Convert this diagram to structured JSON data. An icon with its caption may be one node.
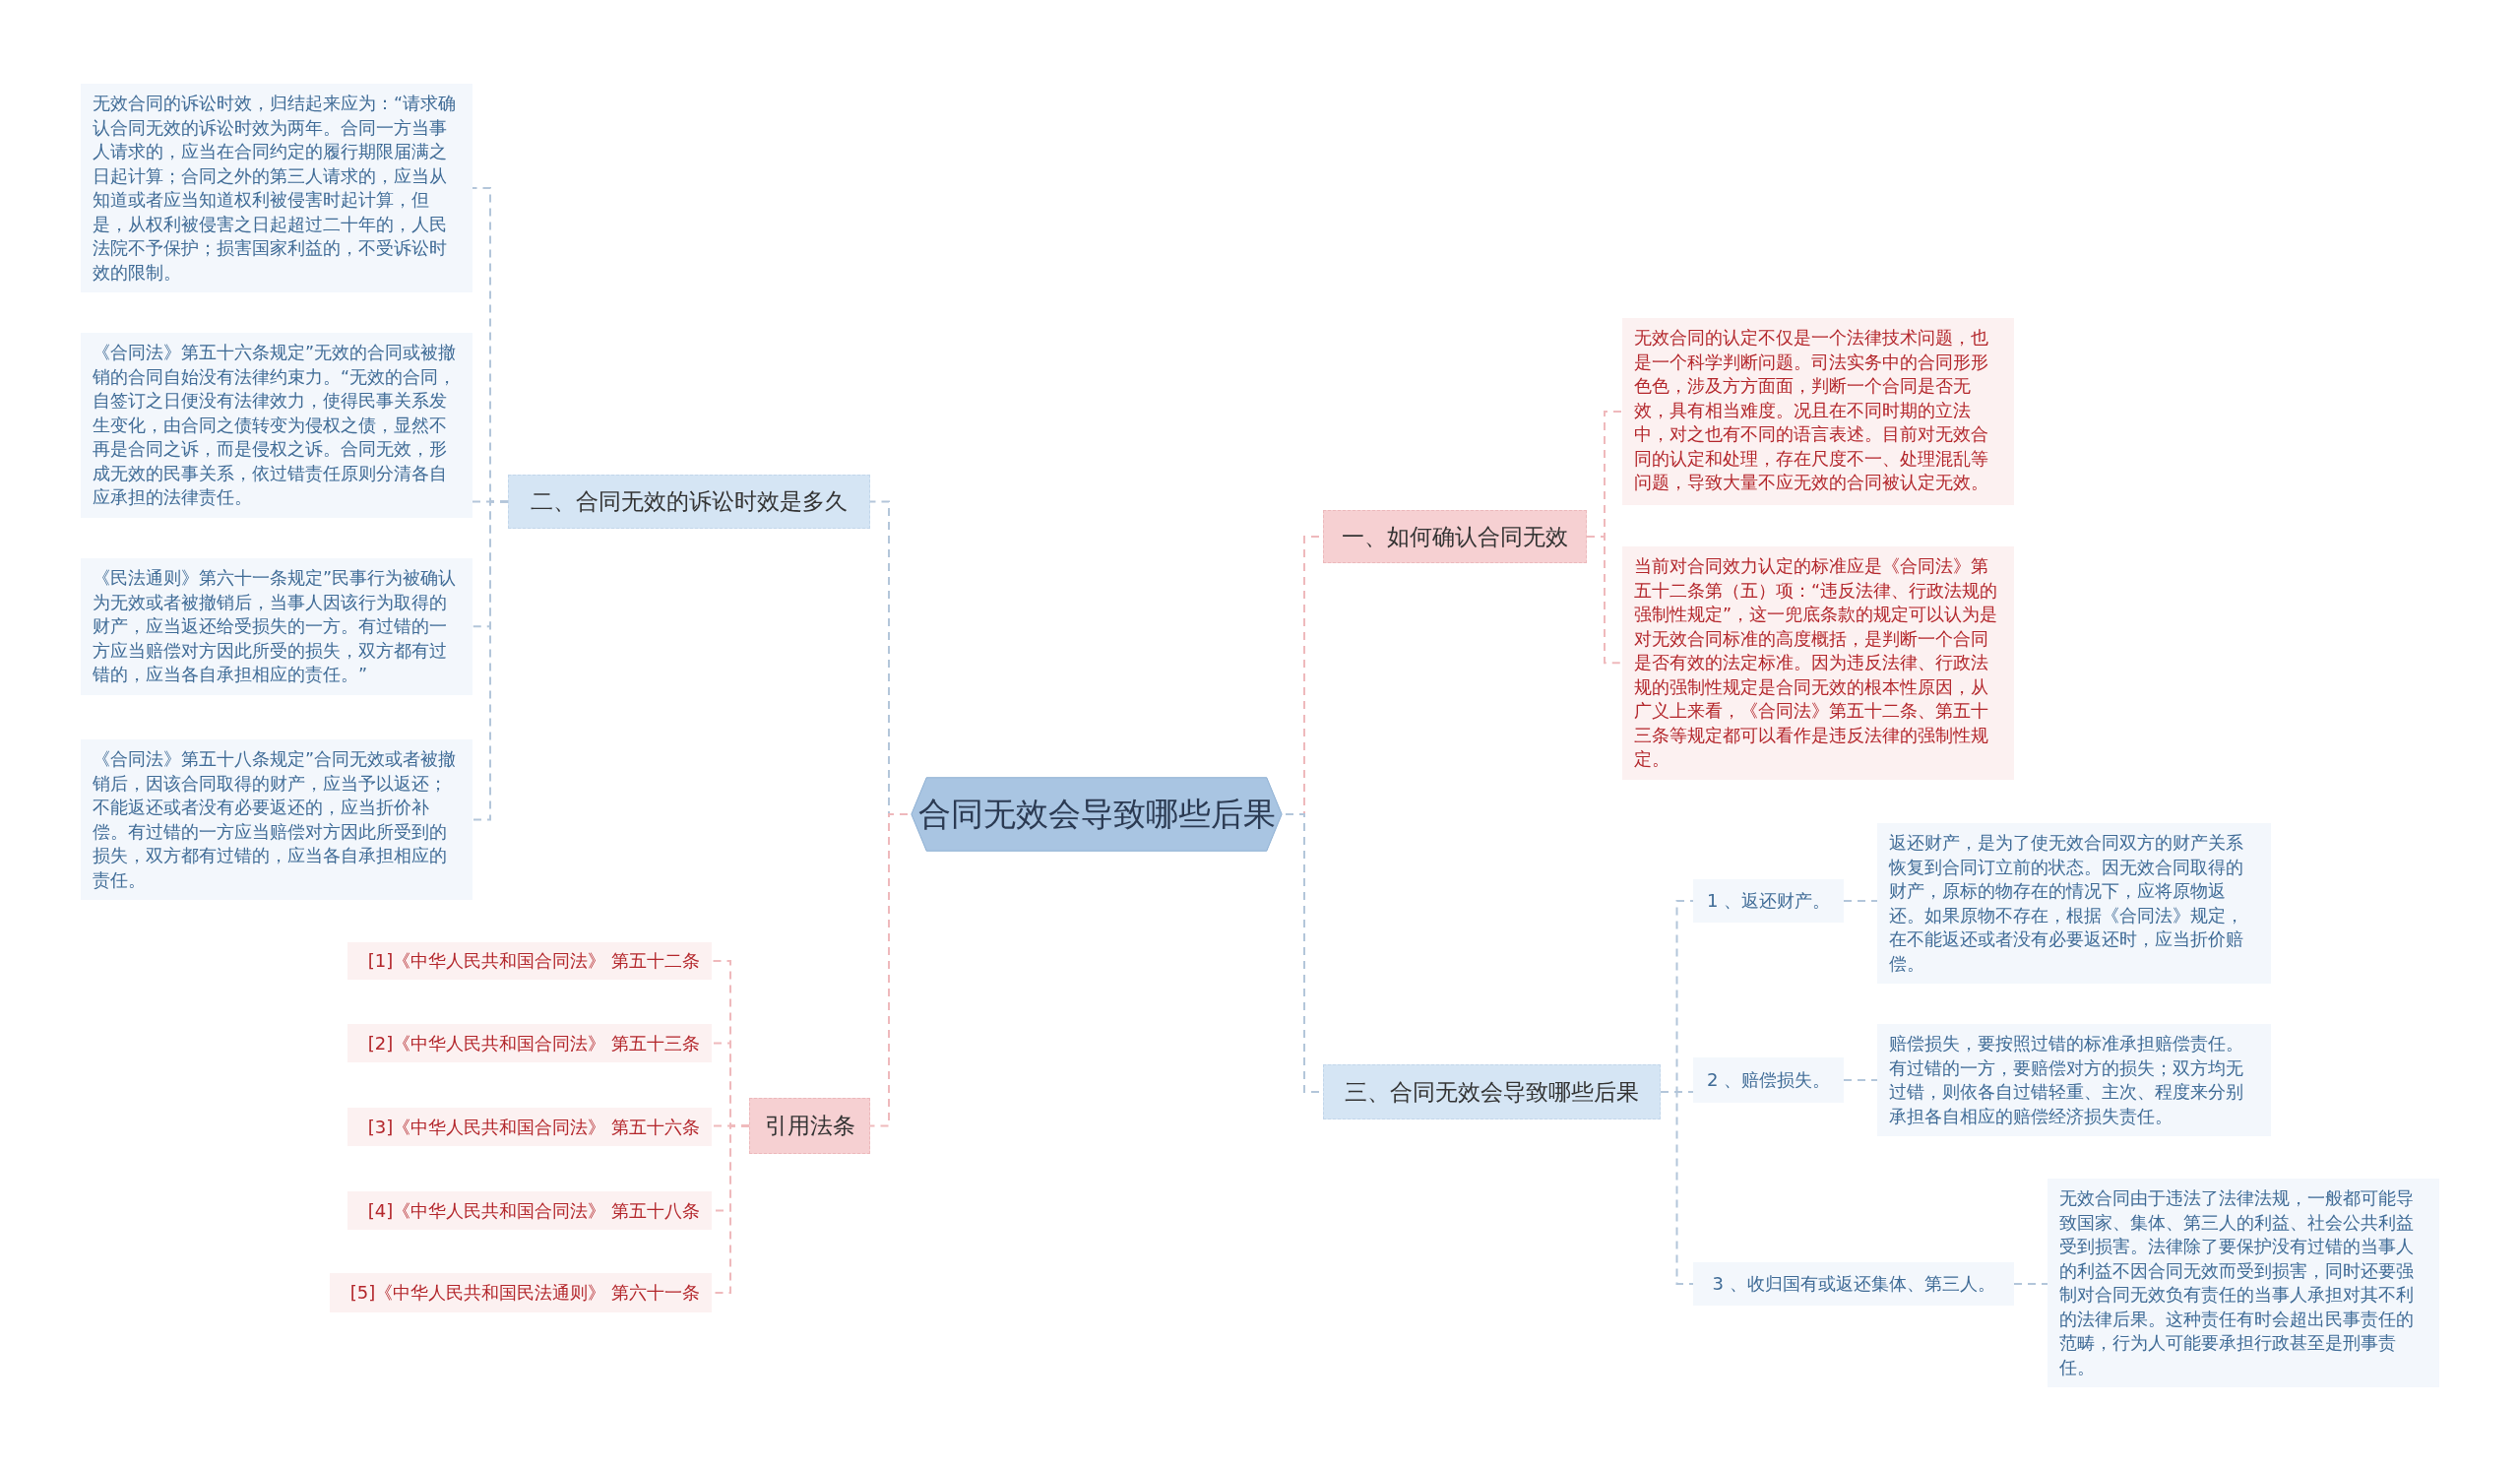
{
  "diagram": {
    "nodes": [
      {
        "text": [
          "合同无效会导致哪些后果"
        ]
      },
      {
        "text": [
          "一、如何确认合同无效"
        ]
      },
      {
        "text": [
          "无效合同的认定不仅是一个法律技术问题，也是一个科学判断问题。司法实务中的合同形形色色，涉及方方面面，判断一个合同是否无效，具有相当难度。况且在不同时期的立法中，对之也有不同的语言表述。目前对无效合同的认定和处理，存在尺度不一、处理混乱等问题，导致大量不应无效的合同被认定无效。"
        ]
      },
      {
        "text": [
          "当前对合同效力认定的标准应是《合同法》第五十二条第（五）项：“违反法律、行政法规的强制性规定”，这一兜底条款的规定可以认为是对无效合同标准的高度概括，是判断一个合同是否有效的法定标准。因为违反法律、行政法规的强制性规定是合同无效的根本性原因，从广义上来看，《合同法》第五十二条、第五十三条等规定都可以看作是违反法律的强制性规定。"
        ]
      },
      {
        "text": [
          "二、合同无效的诉讼时效是多久"
        ]
      },
      {
        "text": [
          "无效合同的诉讼时效，归结起来应为：“请求确认合同无效的诉讼时效为两年。合同一方当事人请求的，应当在合同约定的履行期限届满之日起计算；合同之外的第三人请求的，应当从知道或者应当知道权利被侵害时起计算，但是，从权利被侵害之日起超过二十年的，人民法院不予保护；损害国家利益的，不受诉讼时效的限制。"
        ]
      },
      {
        "text": [
          "《合同法》第五十六条规定”无效的合同或被撤销的合同自始没有法律约束力。“无效的合同，自签订之日便没有法律效力，使得民事关系发生变化，由合同之债转变为侵权之债，显然不再是合同之诉，而是侵权之诉。合同无效，形成无效的民事关系，依过错责任原则分清各自应承担的法律责任。"
        ]
      },
      {
        "text": [
          "《民法通则》第六十一条规定”民事行为被确认为无效或者被撤销后，当事人因该行为取得的财产，应当返还给受损失的一方。有过错的一方应当赔偿对方因此所受的损失，双方都有过错的，应当各自承担相应的责任。”"
        ]
      },
      {
        "text": [
          "《合同法》第五十八条规定”合同无效或者被撤销后，因该合同取得的财产，应当予以返还；不能返还或者没有必要返还的，应当折价补偿。有过错的一方应当赔偿对方因此所受到的损失，双方都有过错的，应当各自承担相应的责任。"
        ]
      },
      {
        "text": [
          "三、合同无效会导致哪些后果"
        ]
      },
      {
        "text": [
          "1 、返还财产。"
        ]
      },
      {
        "text": [
          "返还财产，是为了使无效合同双方的财产关系恢复到合同订立前的状态。因无效合同取得的财产，原标的物存在的情况下，应将原物返还。如果原物不存在，根据《合同法》规定，在不能返还或者没有必要返还时，应当折价赔偿。"
        ]
      },
      {
        "text": [
          "2 、赔偿损失。"
        ]
      },
      {
        "text": [
          "赔偿损失，要按照过错的标准承担赔偿责任。有过错的一方，要赔偿对方的损失；双方均无过错，则依各自过错轻重、主次、程度来分别承担各自相应的赔偿经济损失责任。"
        ]
      },
      {
        "text": [
          "3 、收归国有或返还集体、第三人。"
        ]
      },
      {
        "text": [
          "无效合同由于违法了法律法规，一般都可能导致国家、集体、第三人的利益、社会公共利益受到损害。法律除了要保护没有过错的当事人的利益不因合同无效而受到损害，同时还要强制对合同无效负有责任的当事人承担对其不利的法律后果。这种责任有时会超出民事责任的范畴，行为人可能要承担行政甚至是刑事责任。"
        ]
      },
      {
        "text": [
          "引用法条"
        ]
      },
      {
        "text": [
          "[1]《中华人民共和国合同法》 第五十二条"
        ]
      },
      {
        "text": [
          "[2]《中华人民共和国合同法》 第五十三条"
        ]
      },
      {
        "text": [
          "[3]《中华人民共和国合同法》 第五十六条"
        ]
      },
      {
        "text": [
          "[4]《中华人民共和国合同法》 第五十八条"
        ]
      },
      {
        "text": [
          "[5]《中华人民共和国民法通则》 第六十一条"
        ]
      }
    ],
    "edges": [
      {
        "from": 0,
        "to": 1,
        "arrow": "none",
        "color": "#efb9bc"
      },
      {
        "from": 1,
        "to": 2,
        "arrow": "none",
        "color": "#efb9bc"
      },
      {
        "from": 1,
        "to": 3,
        "arrow": "none",
        "color": "#efb9bc"
      },
      {
        "from": 0,
        "to": 4,
        "arrow": "none"
      },
      {
        "from": 4,
        "to": 5,
        "arrow": "none"
      },
      {
        "from": 4,
        "to": 6,
        "arrow": "none"
      },
      {
        "from": 4,
        "to": 7,
        "arrow": "none"
      },
      {
        "from": 4,
        "to": 8,
        "arrow": "none"
      },
      {
        "from": 0,
        "to": 9,
        "arrow": "none"
      },
      {
        "from": 9,
        "to": 10,
        "arrow": "none"
      },
      {
        "from": 10,
        "to": 11,
        "arrow": "none"
      },
      {
        "from": 9,
        "to": 12,
        "arrow": "none"
      },
      {
        "from": 12,
        "to": 13,
        "arrow": "none"
      },
      {
        "from": 9,
        "to": 14,
        "arrow": "none"
      },
      {
        "from": 14,
        "to": 15,
        "arrow": "none"
      },
      {
        "from": 0,
        "to": 16,
        "arrow": "none",
        "color": "#efb9bc"
      },
      {
        "from": 16,
        "to": 17,
        "arrow": "none",
        "color": "#efb9bc"
      },
      {
        "from": 16,
        "to": 18,
        "arrow": "none",
        "color": "#efb9bc"
      },
      {
        "from": 16,
        "to": 19,
        "arrow": "none",
        "color": "#efb9bc"
      },
      {
        "from": 16,
        "to": 20,
        "arrow": "none",
        "color": "#efb9bc"
      },
      {
        "from": 16,
        "to": 21,
        "arrow": "none",
        "color": "#efb9bc"
      }
    ]
  }
}
